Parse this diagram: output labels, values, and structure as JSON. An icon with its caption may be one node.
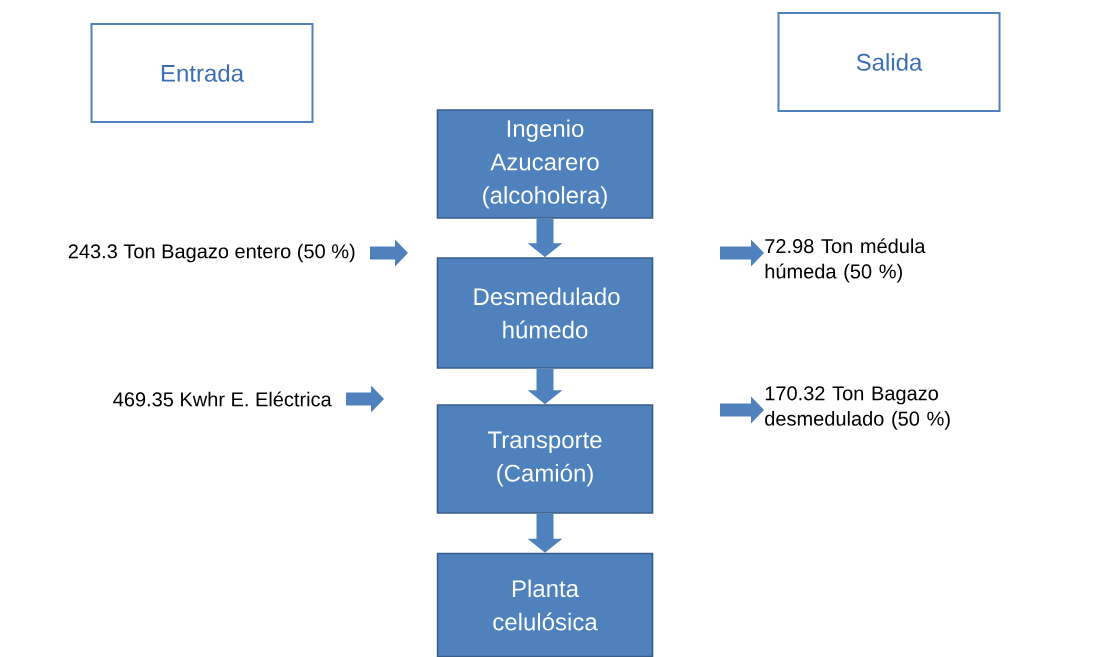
{
  "diagram": {
    "nodes": [
      {
        "text": [
          "Entrada"
        ]
      },
      {
        "text": [
          "Salida"
        ]
      },
      {
        "text": [
          "Ingenio Azucarero (alcoholera)"
        ]
      },
      {
        "text": [
          "Desmedulado húmedo"
        ]
      },
      {
        "text": [
          "Transporte (Camión)"
        ]
      },
      {
        "text": [
          "Planta celulósica"
        ]
      },
      {
        "text": [
          "243.3 Ton Bagazo entero (50 %)"
        ]
      },
      {
        "text": [
          "469.35 Kwhr E. Eléctrica"
        ]
      },
      {
        "text": [
          "72.98 Ton médula húmeda (50 %)"
        ]
      },
      {
        "text": [
          "170.32 Ton Bagazo desmedulado (50 %)"
        ]
      }
    ],
    "edges": [
      {
        "from": 2,
        "to": 3,
        "arrow": "to"
      },
      {
        "from": 3,
        "to": 4,
        "arrow": "to"
      },
      {
        "from": 4,
        "to": 5,
        "arrow": "to"
      },
      {
        "from": 6,
        "to": null,
        "arrow": "to"
      },
      {
        "from": 7,
        "to": null,
        "arrow": "to"
      },
      {
        "from": null,
        "to": 8,
        "arrow": "to"
      },
      {
        "from": null,
        "to": 9,
        "arrow": "to"
      }
    ]
  }
}
